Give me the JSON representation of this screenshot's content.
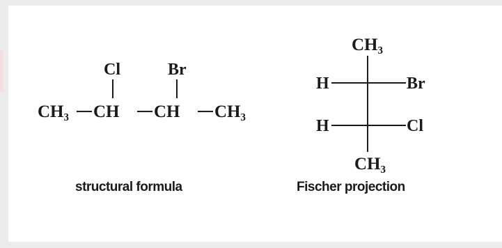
{
  "structural": {
    "main_chain": [
      "CH₃",
      "CH",
      "CH",
      "CH₃"
    ],
    "substituents": [
      "Cl",
      "Br"
    ],
    "caption": "structural formula"
  },
  "fischer": {
    "top": "CH₃",
    "row1": {
      "left": "H",
      "right": "Br"
    },
    "row2": {
      "left": "H",
      "right": "Cl"
    },
    "bottom": "CH₃",
    "caption": "Fischer projection"
  }
}
